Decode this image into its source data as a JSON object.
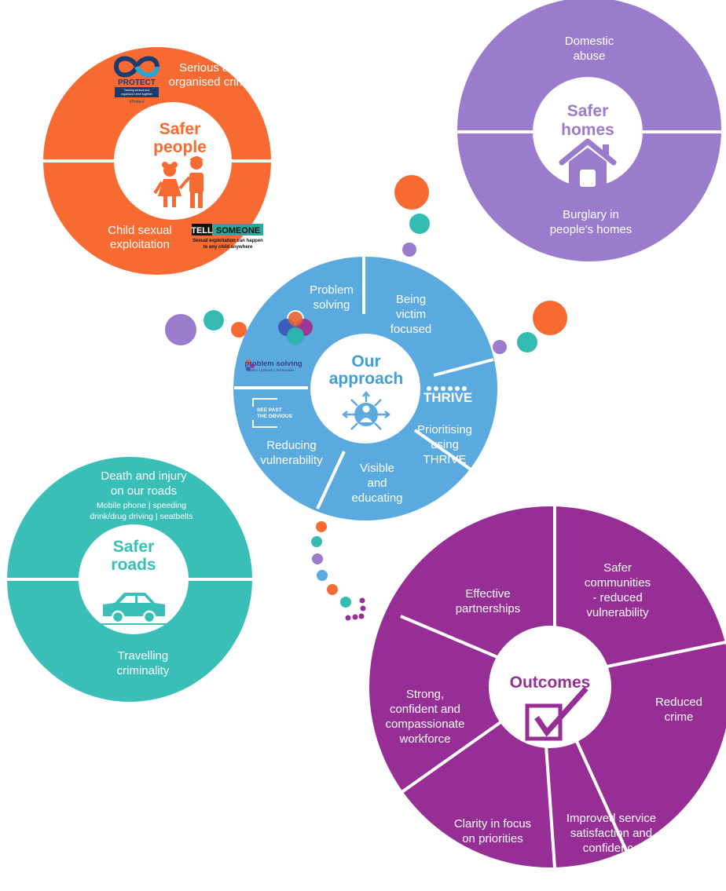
{
  "colors": {
    "people": "#f76b33",
    "homes": "#9a7bcc",
    "approach": "#5aaadf",
    "approach_title": "#3f9fd9",
    "roads": "#39bfb8",
    "outcomes": "#962e96",
    "teal": "#34bcb2",
    "purple": "#9a7bcc",
    "orange": "#f76b33",
    "blue": "#5aaadf"
  },
  "people": {
    "title_1": "Safer",
    "title_2": "people",
    "top_1": "Serious and",
    "top_2": "organised crime",
    "bottom_1": "Child sexual",
    "bottom_2": "exploitation",
    "protect_logo": "PROTECT",
    "protect_tag_1": "Tackling serious and",
    "protect_tag_2": "organised crime together",
    "protect_hash": "#Protect",
    "tell_1": "TELL",
    "tell_2": "SOMEONE",
    "tell_tag_1": "Sexual exploitation can happen",
    "tell_tag_2": "to any child anywhere",
    "icon": "children-icon"
  },
  "homes": {
    "title_1": "Safer",
    "title_2": "homes",
    "top_1": "Domestic",
    "top_2": "abuse",
    "bottom_1": "Burglary in",
    "bottom_2": "people's homes",
    "icon": "house-icon"
  },
  "approach": {
    "title_1": "Our",
    "title_2": "approach",
    "seg_problem_1": "Problem",
    "seg_problem_2": "solving",
    "seg_victim_1": "Being",
    "seg_victim_2": "victim",
    "seg_victim_3": "focused",
    "seg_thrive_1": "Prioritising",
    "seg_thrive_2": "using",
    "seg_thrive_3": "THRIVE",
    "seg_visible_1": "Visible",
    "seg_visible_2": "and",
    "seg_visible_3": "educating",
    "seg_vuln_1": "Reducing",
    "seg_vuln_2": "vulnerability",
    "thrive_logo": "THRIVE",
    "see_past_1": "SEE PAST",
    "see_past_2": "THE OBVIOUS",
    "ps_logo": "problem solving",
    "ps_tag": "police | partners | communities",
    "icon": "person-arrows-icon"
  },
  "roads": {
    "title_1": "Safer",
    "title_2": "roads",
    "top_1": "Death and injury",
    "top_2": "on our roads",
    "top_3": "Mobile phone | speeding",
    "top_4": "drink/drug driving | seatbelts",
    "bottom_1": "Travelling",
    "bottom_2": "criminality",
    "icon": "car-icon"
  },
  "outcomes": {
    "title": "Outcomes",
    "seg_partner_1": "Effective",
    "seg_partner_2": "partnerships",
    "seg_comm_1": "Safer",
    "seg_comm_2": "communities",
    "seg_comm_3": "- reduced",
    "seg_comm_4": "vulnerability",
    "seg_crime_1": "Reduced",
    "seg_crime_2": "crime",
    "seg_service_1": "Improved service",
    "seg_service_2": "satisfaction and",
    "seg_service_3": "confidence",
    "seg_clarity_1": "Clarity in focus",
    "seg_clarity_2": "on priorities",
    "seg_workforce_1": "Strong,",
    "seg_workforce_2": "confident and",
    "seg_workforce_3": "compassionate",
    "seg_workforce_4": "workforce",
    "icon": "checkbox-icon"
  }
}
